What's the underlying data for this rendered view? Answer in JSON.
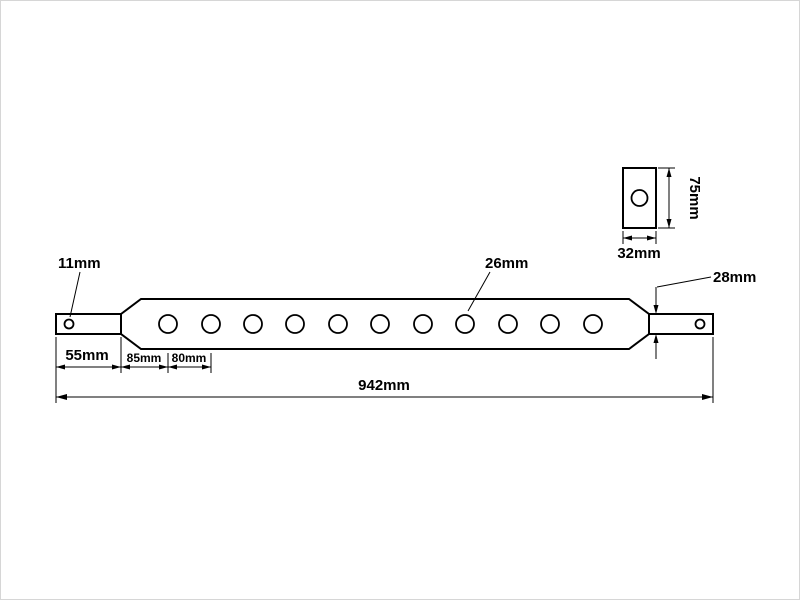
{
  "drawing": {
    "part": "drawbar",
    "hole_count": 11,
    "labels": {
      "end_hole_diameter": "11mm",
      "main_hole_diameter": "26mm",
      "end_thickness": "28mm",
      "end_length": "55mm",
      "first_hole_spacing": "85mm",
      "hole_pitch": "80mm",
      "overall_length": "942mm",
      "section_height": "75mm",
      "section_width": "32mm"
    },
    "colors": {
      "line": "#000000",
      "background": "#ffffff"
    }
  }
}
